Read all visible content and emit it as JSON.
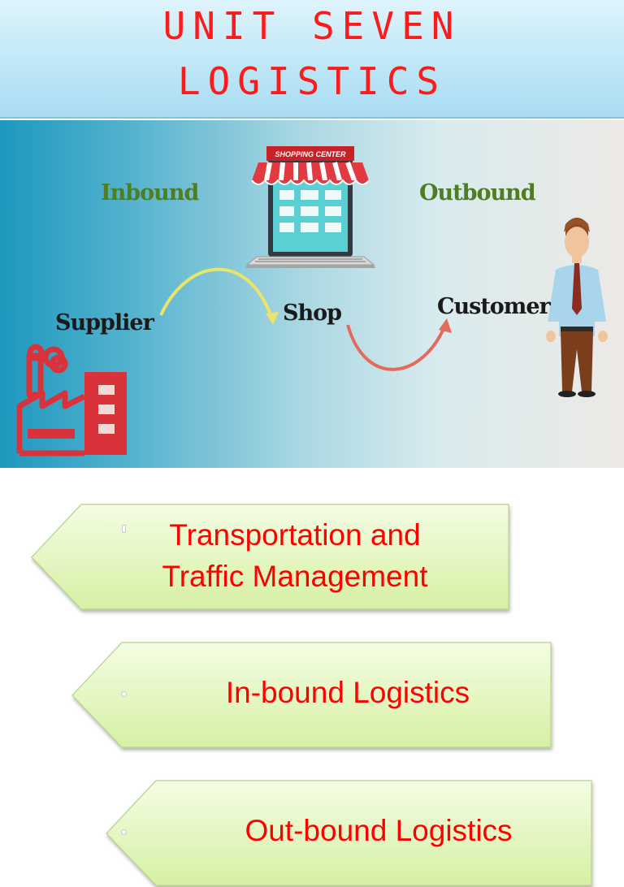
{
  "title": {
    "line1": "UNIT SEVEN",
    "line2": "LOGISTICS"
  },
  "diagram": {
    "inbound_label": "Inbound",
    "outbound_label": "Outbound",
    "supplier_label": "Supplier",
    "shop_label": "Shop",
    "customer_label": "Customer",
    "shopping_center_sign": "SHOPPING CENTER",
    "icons": [
      "factory-icon",
      "laptop-shop-icon",
      "customer-person-icon",
      "inbound-arrow",
      "outbound-arrow"
    ]
  },
  "items": [
    {
      "text": "Transportation and\nTraffic Management"
    },
    {
      "text": "In-bound Logistics"
    },
    {
      "text": "Out-bound Logistics"
    }
  ],
  "colors": {
    "title_red": "#ff1a1a",
    "item_text_red": "#ff0000",
    "arrow_fill_light": "#f4fde3",
    "arrow_fill_dark": "#d6f0a4",
    "inbound_arrow": "#eae36c",
    "outbound_arrow": "#e46a5c",
    "factory_red": "#d9323a",
    "label_green": "#4e7d22"
  }
}
